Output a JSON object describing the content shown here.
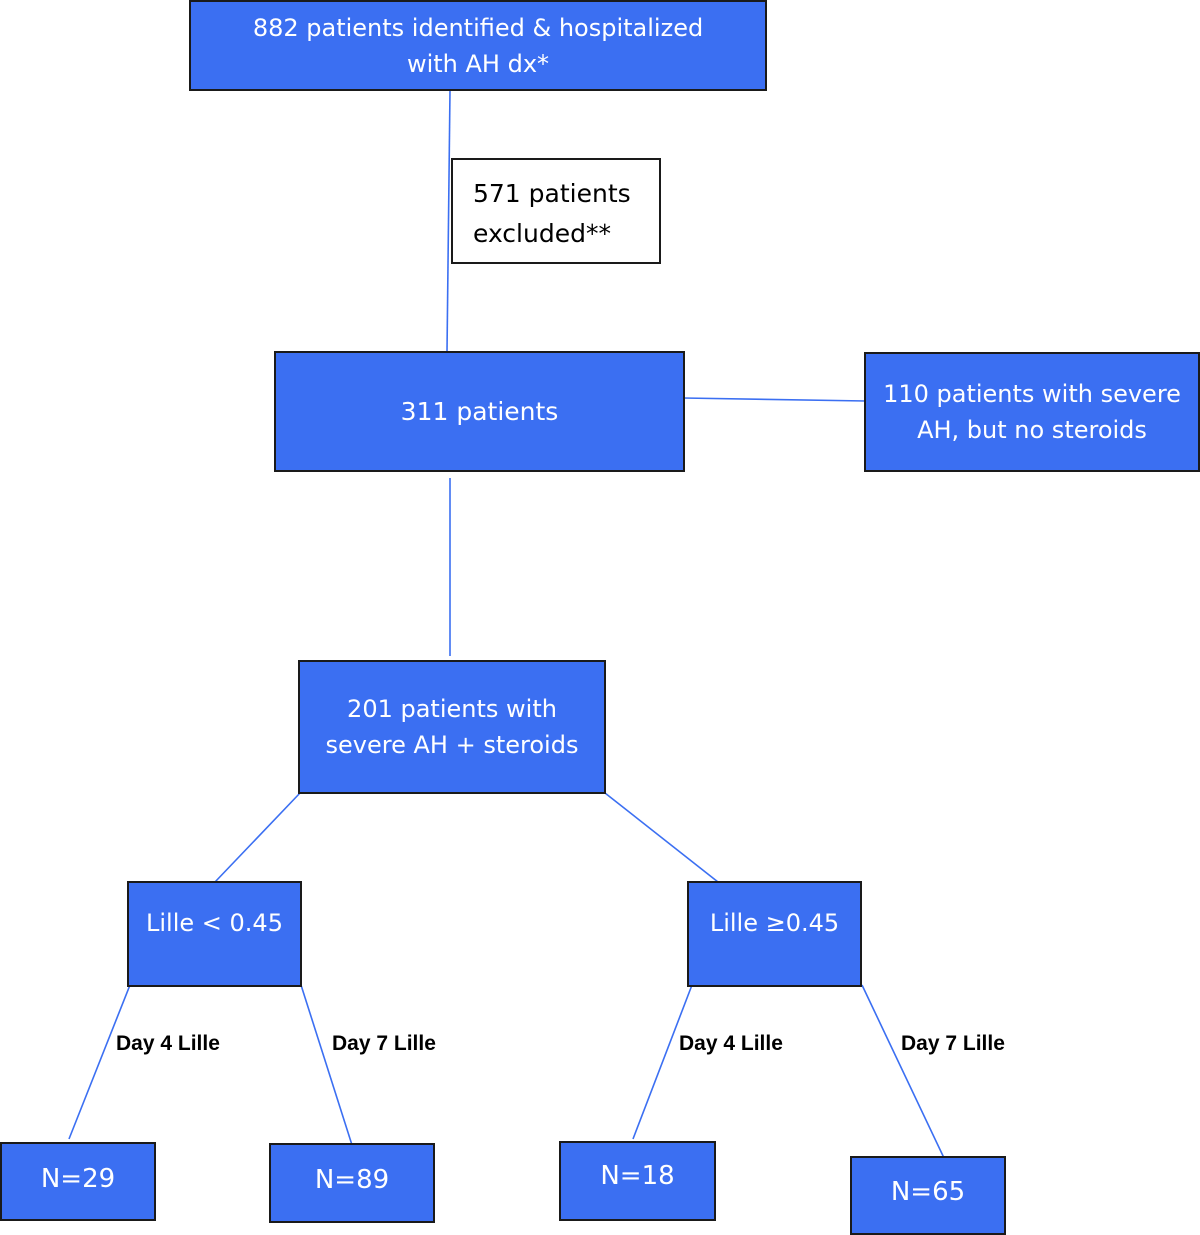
{
  "nodes": {
    "identified": "882 patients identified & hospitalized with AH dx*",
    "excluded": "571 patients excluded**",
    "total": "311 patients",
    "no_steroids": "110 patients with severe AH, but no steroids",
    "steroids": "201 patients with severe AH + steroids",
    "lille_low": "Lille < 0.45",
    "lille_high": "Lille ≥0.45",
    "n29": "N=29",
    "n89": "N=89",
    "n18": "N=18",
    "n65": "N=65"
  },
  "edge_labels": {
    "low_day4": "Day 4 Lille",
    "low_day7": "Day 7 Lille",
    "high_day4": "Day 4 Lille",
    "high_day7": "Day 7 Lille"
  },
  "colors": {
    "box_fill": "#3b6ff2",
    "connector": "#3b6ff2",
    "border": "#1a1a1a"
  }
}
